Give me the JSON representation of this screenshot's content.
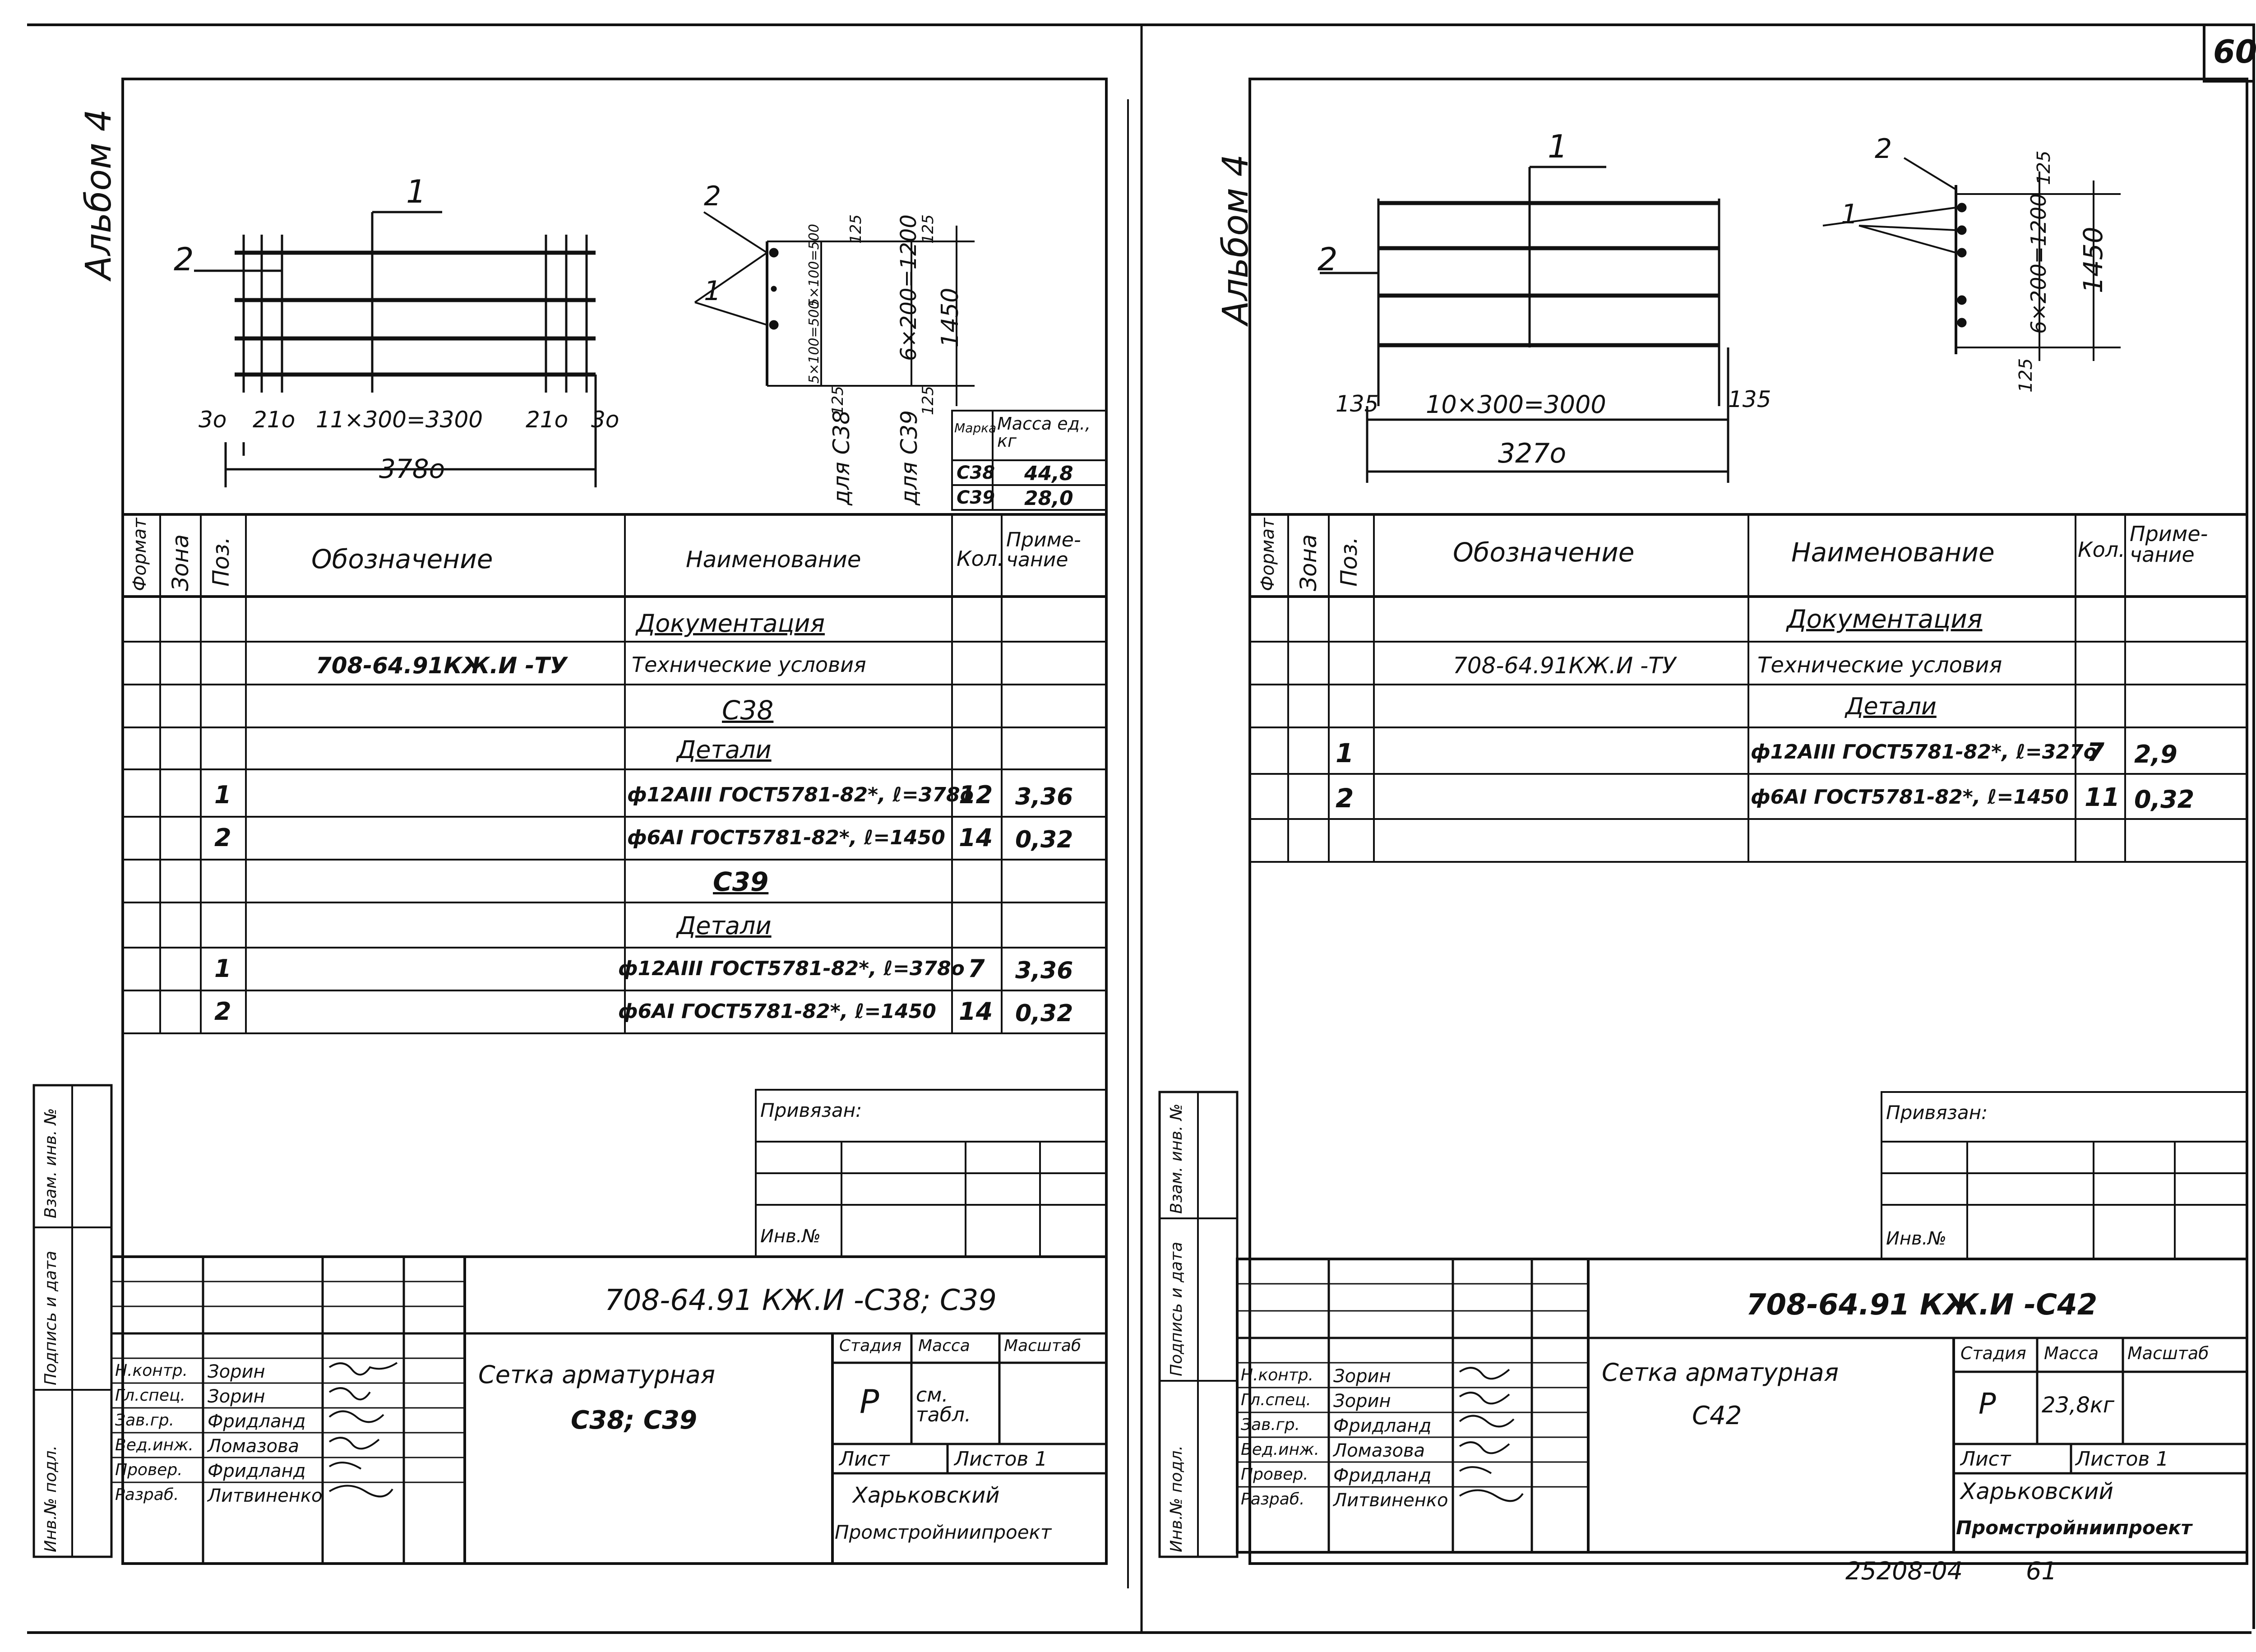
{
  "page_number": "60",
  "left": {
    "album": "Альбом 4",
    "drawing": {
      "pos1": "1",
      "pos2": "2",
      "dims": [
        "3o",
        "21o",
        "11×300=3300",
        "21o",
        "3o"
      ],
      "overall": "378o",
      "section_dims": [
        "125",
        "5×100=500",
        "5×100=500",
        "125",
        "125",
        "6×200=1200",
        "1450",
        "125"
      ],
      "for_c38": "для С38",
      "for_c39": "для С39"
    },
    "mass_table": {
      "headers": [
        "Марка",
        "Масса ед., кг"
      ],
      "rows": [
        [
          "С38",
          "44,8"
        ],
        [
          "С39",
          "28,0"
        ]
      ]
    },
    "spec": {
      "headers": [
        "Формат",
        "Зона",
        "Поз.",
        "Обозначение",
        "Наименование",
        "Кол.",
        "Приме-чание"
      ],
      "rows": [
        {
          "pos": "",
          "designation": "",
          "name": "Документация",
          "qty": "",
          "note": ""
        },
        {
          "pos": "",
          "designation": "708-64.91КЖ.И -ТУ",
          "name": "Технические условия",
          "qty": "",
          "note": ""
        },
        {
          "pos": "",
          "designation": "",
          "name": "С38",
          "qty": "",
          "note": ""
        },
        {
          "pos": "",
          "designation": "",
          "name": "Детали",
          "qty": "",
          "note": ""
        },
        {
          "pos": "1",
          "designation": "",
          "name": "ф12АIII ГОСТ5781-82*, ℓ=378о",
          "qty": "12",
          "note": "3,36"
        },
        {
          "pos": "2",
          "designation": "",
          "name": "ф6АI ГОСТ5781-82*, ℓ=1450",
          "qty": "14",
          "note": "0,32"
        },
        {
          "pos": "",
          "designation": "",
          "name": "С39",
          "qty": "",
          "note": ""
        },
        {
          "pos": "",
          "designation": "",
          "name": "Детали",
          "qty": "",
          "note": ""
        },
        {
          "pos": "1",
          "designation": "",
          "name": "ф12АIII ГОСТ5781-82*, ℓ=378о",
          "qty": "7",
          "note": "3,36"
        },
        {
          "pos": "2",
          "designation": "",
          "name": "ф6АI ГОСТ5781-82*, ℓ=1450",
          "qty": "14",
          "note": "0,32"
        }
      ]
    },
    "privyazan": "Привязан:",
    "inv_no": "Инв.№",
    "side_labels": [
      "Взам. инв. №",
      "Подпись и дата",
      "Инв.№ подл."
    ],
    "title_block": {
      "code": "708-64.91 КЖ.И -С38; С39",
      "title": "Сетка арматурная",
      "subtitle": "С38; С39",
      "stage_header": "Стадия",
      "mass_header": "Масса",
      "scale_header": "Масштаб",
      "stage": "Р",
      "mass": "см. табл.",
      "sheet": "Лист",
      "sheets": "Листов 1",
      "org1": "Харьковский",
      "org2": "Промстройниипроект",
      "staff": [
        {
          "role": "Н.контр.",
          "name": "Зорин"
        },
        {
          "role": "Гл.спец.",
          "name": "Зорин"
        },
        {
          "role": "Зав.гр.",
          "name": "Фридланд"
        },
        {
          "role": "Вед.инж.",
          "name": "Ломазова"
        },
        {
          "role": "Провер.",
          "name": "Фридланд"
        },
        {
          "role": "Разраб.",
          "name": "Литвиненко"
        }
      ]
    }
  },
  "right": {
    "album": "Альбом 4",
    "drawing": {
      "pos1": "1",
      "pos2": "2",
      "pos1b": "1",
      "pos2b": "2",
      "dims": [
        "135",
        "10×300=3000",
        "135"
      ],
      "overall": "327о",
      "section_dims": [
        "125",
        "6×200=1200",
        "1450",
        "125"
      ]
    },
    "spec": {
      "headers": [
        "Формат",
        "Зона",
        "Поз.",
        "Обозначение",
        "Наименование",
        "Кол.",
        "Приме-чание"
      ],
      "rows": [
        {
          "pos": "",
          "designation": "",
          "name": "Документация",
          "qty": "",
          "note": ""
        },
        {
          "pos": "",
          "designation": "708-64.91КЖ.И -ТУ",
          "name": "Технические условия",
          "qty": "",
          "note": ""
        },
        {
          "pos": "",
          "designation": "",
          "name": "Детали",
          "qty": "",
          "note": ""
        },
        {
          "pos": "1",
          "designation": "",
          "name": "ф12АIII ГОСТ5781-82*, ℓ=327о",
          "qty": "7",
          "note": "2,9"
        },
        {
          "pos": "2",
          "designation": "",
          "name": "ф6АI ГОСТ5781-82*, ℓ=1450",
          "qty": "11",
          "note": "0,32"
        }
      ]
    },
    "privyazan": "Привязан:",
    "inv_no": "Инв.№",
    "side_labels": [
      "Взам. инв. №",
      "Подпись и дата",
      "Инв.№ подл."
    ],
    "title_block": {
      "code": "708-64.91 КЖ.И -С42",
      "title": "Сетка арматурная",
      "subtitle": "С42",
      "stage_header": "Стадия",
      "mass_header": "Масса",
      "scale_header": "Масштаб",
      "stage": "Р",
      "mass": "23,8кг",
      "sheet": "Лист",
      "sheets": "Листов 1",
      "org1": "Харьковский",
      "org2": "Промстройниипроект",
      "staff": [
        {
          "role": "Н.контр.",
          "name": "Зорин"
        },
        {
          "role": "Гл.спец.",
          "name": "Зорин"
        },
        {
          "role": "Зав.гр.",
          "name": "Фридланд"
        },
        {
          "role": "Вед.инж.",
          "name": "Ломазова"
        },
        {
          "role": "Провер.",
          "name": "Фридланд"
        },
        {
          "role": "Разраб.",
          "name": "Литвиненко"
        }
      ]
    }
  },
  "footer": {
    "order": "25208-04",
    "page": "61"
  }
}
